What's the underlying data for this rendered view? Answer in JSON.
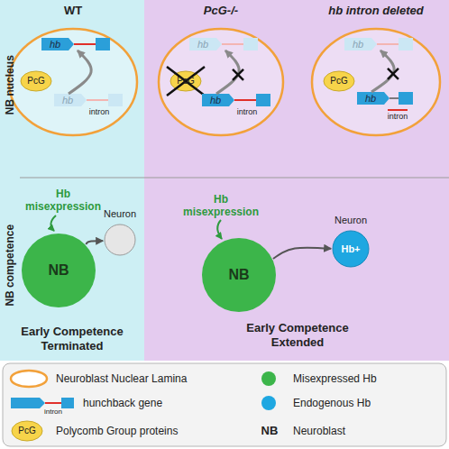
{
  "diagram": {
    "nodes": [
      {
        "text": [
          "WT"
        ]
      },
      {
        "text": [
          "hb"
        ],
        "in": 0
      },
      {
        "text": [
          "PcG"
        ],
        "in": 0
      },
      {
        "text": [
          "hb",
          "intron"
        ],
        "in": 0
      },
      {
        "text": [
          "PcG-/-"
        ]
      },
      {
        "text": [
          "hb"
        ],
        "in": 4
      },
      {
        "text": [
          "PcG"
        ],
        "in": 4
      },
      {
        "text": [
          "hb",
          "intron"
        ],
        "in": 4
      },
      {
        "text": [
          "hb intron deleted"
        ]
      },
      {
        "text": [
          "hb"
        ],
        "in": 8
      },
      {
        "text": [
          "PcG"
        ],
        "in": 8
      },
      {
        "text": [
          "hb",
          "intron"
        ],
        "in": 8
      },
      {
        "text": [
          "NB"
        ]
      },
      {
        "text": [
          "Neuron"
        ]
      },
      {
        "text": [
          "NB"
        ]
      },
      {
        "text": [
          "Neuron",
          "Hb+"
        ]
      }
    ],
    "edges": [
      {
        "from": 3,
        "to": 1,
        "arrow": "to"
      },
      {
        "from": 7,
        "to": 5,
        "arrow": "to"
      },
      {
        "from": 11,
        "to": 9,
        "arrow": "to"
      },
      {
        "from": 12,
        "to": 13,
        "arrow": "to"
      },
      {
        "from": 14,
        "to": 15,
        "arrow": "to"
      }
    ],
    "labels": [
      "NB nucleus",
      "NB competence",
      "Hb misexpression",
      "Hb misexpression",
      "Early Competence Terminated",
      "Early Competence Extended",
      "intron",
      "PcG",
      "NB"
    ],
    "legend": [
      {
        "text": "Neuroblast Nuclear Lamina"
      },
      {
        "text": "Misexpressed Hb",
        "color": "#3cb54a"
      },
      {
        "text": "hunchback gene"
      },
      {
        "text": "Endogenous Hb",
        "color": "#1ea7e1"
      },
      {
        "text": "Polycomb Group proteins"
      },
      {
        "text": "Neuroblast"
      }
    ]
  }
}
